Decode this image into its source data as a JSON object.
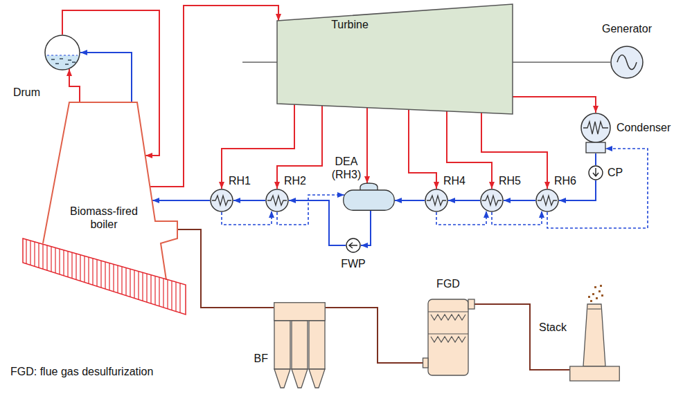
{
  "diagram": {
    "nodes": [
      {
        "text": [
          "Drum"
        ]
      },
      {
        "text": [
          "Turbine"
        ]
      },
      {
        "text": [
          "Generator"
        ]
      },
      {
        "text": [
          "Condenser"
        ]
      },
      {
        "text": [
          "RH1"
        ]
      },
      {
        "text": [
          "RH2"
        ]
      },
      {
        "text": [
          "DEA (RH3)"
        ]
      },
      {
        "text": [
          "RH4"
        ]
      },
      {
        "text": [
          "RH5"
        ]
      },
      {
        "text": [
          "RH6"
        ]
      },
      {
        "text": [
          "CP"
        ]
      },
      {
        "text": [
          "Biomass-fired boiler"
        ]
      },
      {
        "text": [
          "FWP"
        ]
      },
      {
        "text": [
          "BF"
        ]
      },
      {
        "text": [
          "FGD"
        ]
      },
      {
        "text": [
          "Stack"
        ]
      }
    ],
    "edges": [
      {
        "from": 11,
        "to": 0,
        "arrow": "to"
      },
      {
        "from": 11,
        "to": 0,
        "arrow": "to"
      },
      {
        "from": 0,
        "to": 11,
        "arrow": "to"
      },
      {
        "from": 11,
        "to": 1,
        "arrow": "to"
      },
      {
        "from": 1,
        "to": 2,
        "arrow": "none"
      },
      {
        "from": 1,
        "to": 3,
        "arrow": "to"
      },
      {
        "from": 1,
        "to": 4,
        "arrow": "to"
      },
      {
        "from": 1,
        "to": 5,
        "arrow": "to"
      },
      {
        "from": 1,
        "to": 6,
        "arrow": "to"
      },
      {
        "from": 1,
        "to": 7,
        "arrow": "to"
      },
      {
        "from": 1,
        "to": 8,
        "arrow": "to"
      },
      {
        "from": 1,
        "to": 9,
        "arrow": "to"
      },
      {
        "from": 3,
        "to": 10,
        "arrow": "none"
      },
      {
        "from": 10,
        "to": 9,
        "arrow": "to"
      },
      {
        "from": 9,
        "to": 8,
        "arrow": "to"
      },
      {
        "from": 8,
        "to": 7,
        "arrow": "to"
      },
      {
        "from": 7,
        "to": 6,
        "arrow": "to"
      },
      {
        "from": 6,
        "to": 12,
        "arrow": "to"
      },
      {
        "from": 12,
        "to": 5,
        "arrow": "to"
      },
      {
        "from": 5,
        "to": 4,
        "arrow": "to"
      },
      {
        "from": 4,
        "to": 11,
        "arrow": "to"
      },
      {
        "from": 4,
        "to": 5,
        "arrow": "to"
      },
      {
        "from": 5,
        "to": 6,
        "arrow": "to"
      },
      {
        "from": 7,
        "to": 8,
        "arrow": "to"
      },
      {
        "from": 8,
        "to": 9,
        "arrow": "to"
      },
      {
        "from": 9,
        "to": 3,
        "arrow": "to"
      },
      {
        "from": 11,
        "to": 13,
        "arrow": "none"
      },
      {
        "from": 13,
        "to": 14,
        "arrow": "none"
      },
      {
        "from": 14,
        "to": 15,
        "arrow": "none"
      }
    ],
    "labels": [
      "FGD: flue gas desulfurization"
    ]
  }
}
